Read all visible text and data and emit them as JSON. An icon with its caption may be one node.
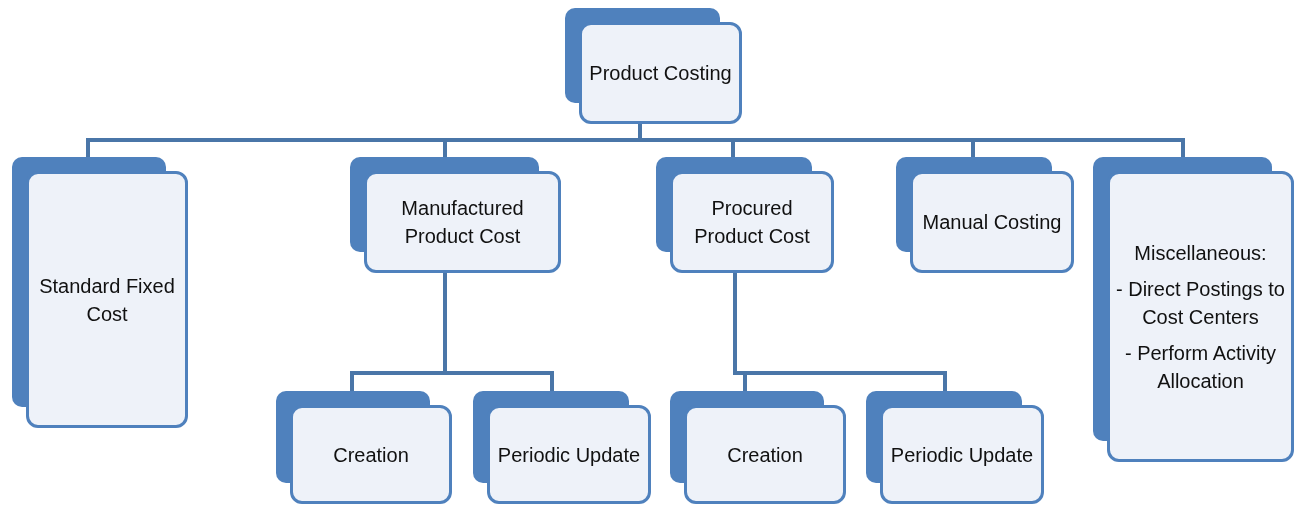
{
  "diagram": {
    "nodes": [
      {
        "text": [
          "Product Costing"
        ]
      },
      {
        "text": [
          "Standard Fixed Cost"
        ]
      },
      {
        "text": [
          "Manufactured Product Cost"
        ]
      },
      {
        "text": [
          "Procured Product Cost"
        ]
      },
      {
        "text": [
          "Manual Costing"
        ]
      },
      {
        "text": [
          "Miscellaneous:",
          "- Direct Postings to Cost Centers",
          "- Perform Activity Allocation"
        ]
      },
      {
        "text": [
          "Creation"
        ]
      },
      {
        "text": [
          "Periodic Update"
        ]
      },
      {
        "text": [
          "Creation"
        ]
      },
      {
        "text": [
          "Periodic Update"
        ]
      }
    ],
    "edges": [
      {
        "from": 0,
        "to": 1,
        "arrow": "none"
      },
      {
        "from": 0,
        "to": 2,
        "arrow": "none"
      },
      {
        "from": 0,
        "to": 3,
        "arrow": "none"
      },
      {
        "from": 0,
        "to": 4,
        "arrow": "none"
      },
      {
        "from": 0,
        "to": 5,
        "arrow": "none"
      },
      {
        "from": 2,
        "to": 6,
        "arrow": "none"
      },
      {
        "from": 2,
        "to": 7,
        "arrow": "none"
      },
      {
        "from": 3,
        "to": 8,
        "arrow": "none"
      },
      {
        "from": 3,
        "to": 9,
        "arrow": "none"
      }
    ]
  }
}
